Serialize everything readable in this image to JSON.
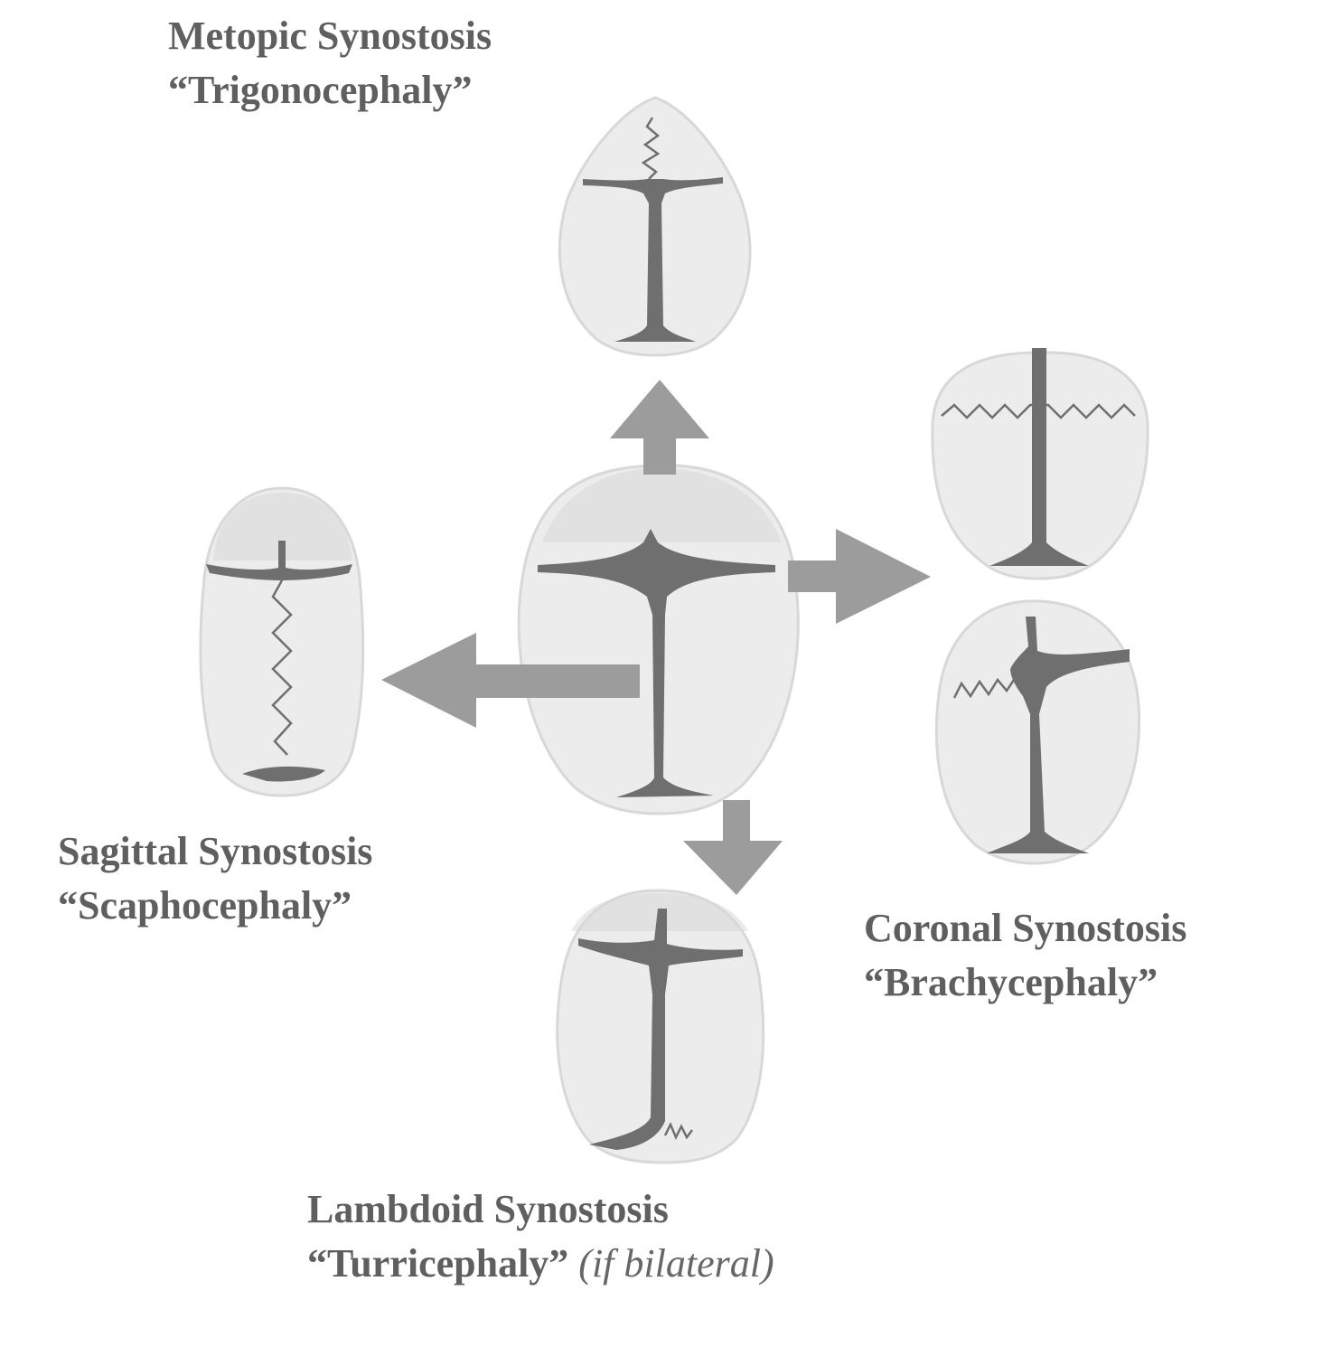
{
  "colors": {
    "skull": "#ececec",
    "skull_shadow": "#d8d8d8",
    "suture": "#6f6f6f",
    "arrow": "#9c9c9c",
    "text": "#5f5f5f"
  },
  "labels": {
    "metopic": {
      "name": "Metopic Synostosis",
      "shape": "“Trigonocephaly”"
    },
    "sagittal": {
      "name": "Sagittal Synostosis",
      "shape": "“Scaphocephaly”"
    },
    "coronal": {
      "name": "Coronal Synostosis",
      "shape": "“Brachycephaly”"
    },
    "lambdoid": {
      "name": "Lambdoid Synostosis",
      "shape": "“Turricephaly”",
      "qualifier": "(if bilateral)"
    }
  }
}
